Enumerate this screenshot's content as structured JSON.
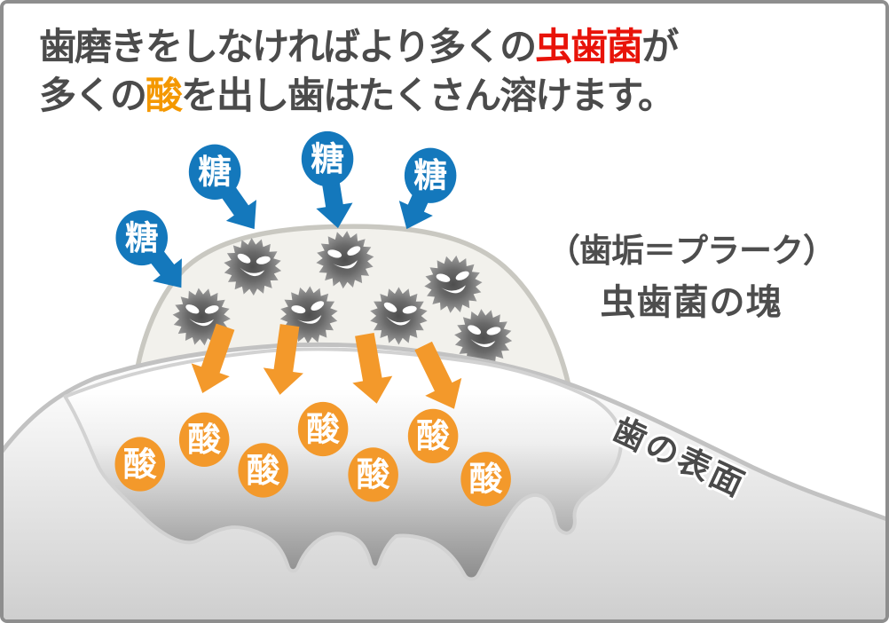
{
  "title": {
    "line1_pre": "歯磨きをしなければより多くの",
    "line1_em": "虫歯菌",
    "line1_post": "が",
    "line2_pre": "多くの",
    "line2_em": "酸",
    "line2_post": "を出し歯はたくさん溶けます。"
  },
  "plaque_label": {
    "line1": "（歯垢＝プラーク）",
    "line2": "虫歯菌の塊"
  },
  "surface_label": {
    "text": "歯の表面"
  },
  "bubbles": {
    "sugar_label": "糖",
    "sugar_count": 4,
    "acid_label": "酸",
    "acid_count": 7
  },
  "bacteria": {
    "count": 7
  },
  "colors": {
    "sugar_blue": "#1478bc",
    "acid_orange": "#f3992b",
    "title_gray": "#4b4b4b",
    "emphasis_red": "#e81309",
    "emphasis_orange": "#f49800",
    "plaque_cream": "#f2f1ec",
    "plaque_outline": "#c9c8c1",
    "tooth_outline": "#c2c2c2",
    "germ_gray": "#8c8c8c",
    "frame_border": "#8e8e8e"
  }
}
